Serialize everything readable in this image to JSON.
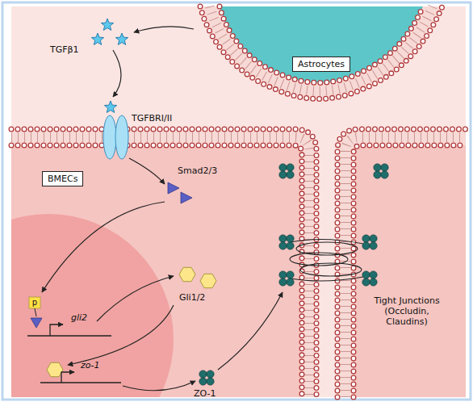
{
  "diagram": {
    "nodes": [
      {
        "text": [
          "Astrocytes"
        ]
      },
      {
        "text": [
          "BMECs"
        ]
      }
    ],
    "labels": [
      "TGFβ1",
      "TGFBRI/II",
      "Smad2/3",
      "Gli1/2",
      "p",
      "gli2",
      "zo-1",
      "ZO-1",
      "Tight Junctions (Occludin, Claudins)"
    ]
  }
}
